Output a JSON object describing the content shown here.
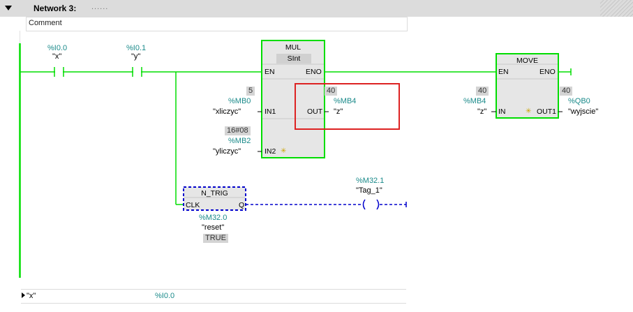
{
  "network": {
    "title": "Network 3:",
    "dots": "......",
    "comment": "Comment"
  },
  "contacts": [
    {
      "address": "%I0.0",
      "name": "\"x\""
    },
    {
      "address": "%I0.1",
      "name": "\"y\""
    }
  ],
  "mul": {
    "title": "MUL",
    "type": "SInt",
    "en": "EN",
    "eno": "ENO",
    "in1": {
      "pin": "IN1",
      "value": "5",
      "address": "%MB0",
      "name": "\"xliczyc\""
    },
    "in2": {
      "pin": "IN2",
      "value": "16#08",
      "address": "%MB2",
      "name": "\"yliczyc\""
    },
    "out": {
      "pin": "OUT",
      "value": "40",
      "address": "%MB4",
      "name": "\"z\""
    }
  },
  "move": {
    "title": "MOVE",
    "en": "EN",
    "eno": "ENO",
    "in": {
      "pin": "IN",
      "value": "40",
      "address": "%MB4",
      "name": "\"z\""
    },
    "out": {
      "pin": "OUT1",
      "value": "40",
      "address": "%QB0",
      "name": "\"wyjscie\""
    }
  },
  "ntrig": {
    "title": "N_TRIG",
    "clk": "CLK",
    "q": "Q",
    "address": "%M32.0",
    "name": "\"reset\"",
    "value": "TRUE"
  },
  "coil": {
    "address": "%M32.1",
    "name": "\"Tag_1\""
  },
  "footer": {
    "name": "\"x\"",
    "address": "%I0.0"
  },
  "colors": {
    "powered": "#00dd00",
    "unpowered": "#0000cc",
    "highlight": "#dd2222",
    "address": "#1a8a8a"
  }
}
